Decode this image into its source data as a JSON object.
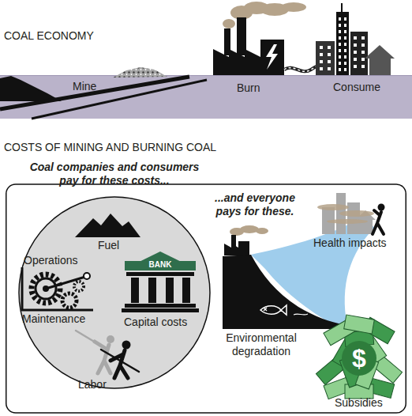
{
  "diagram": {
    "title": "COAL ECONOMY",
    "nodes": [
      {
        "text": [
          "COSTS OF MINING AND BURNING COAL"
        ]
      },
      {
        "text": [
          "Coal companies and consumers pay for these costs..."
        ],
        "in": 0
      }
    ],
    "labels": [
      "Mine",
      "Burn",
      "Consume",
      "Fuel",
      "Operations",
      "Maintenance",
      "Capital costs",
      "Labor",
      "...and everyone pays for these.",
      "Health impacts",
      "Environmental degradation",
      "Subsidies",
      "BANK",
      "$"
    ]
  }
}
